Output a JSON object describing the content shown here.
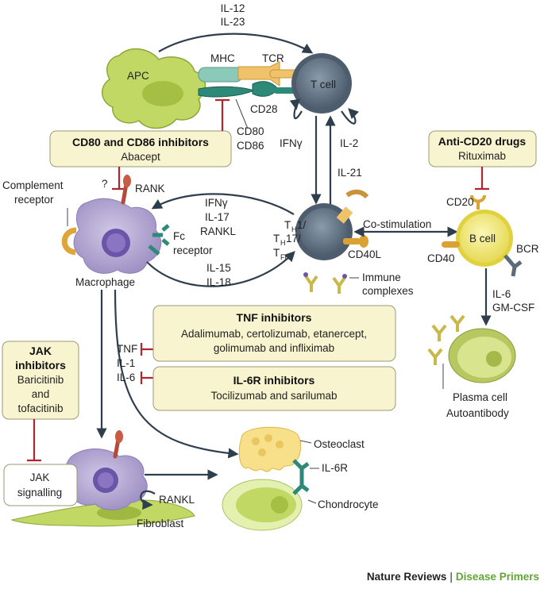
{
  "cells": {
    "apc": "APC",
    "t_cell": "T cell",
    "b_cell": "B cell",
    "macrophage": "Macrophage",
    "fibroblast": "Fibroblast",
    "osteoclast": "Osteoclast",
    "chondrocyte": "Chondrocyte",
    "plasma_cell": "Plasma cell",
    "autoantibody": "Autoantibody"
  },
  "molecules": {
    "il12": "IL-12",
    "il23": "IL-23",
    "mhc": "MHC",
    "tcr": "TCR",
    "cd28": "CD28",
    "cd80": "CD80",
    "cd86": "CD86",
    "ifng_t": "IFNγ",
    "il2": "IL-2",
    "il21": "IL-21",
    "rank": "RANK",
    "question": "?",
    "complement_1": "Complement",
    "complement_2": "receptor",
    "fc_1": "Fc",
    "fc_2": "receptor",
    "ifng_m": "IFNγ",
    "il17": "IL-17",
    "rankl_m": "RANKL",
    "il15": "IL-15",
    "il18": "IL-18",
    "th1": "1/",
    "th17": "17/",
    "tfh": "FH",
    "th_T": "T",
    "th_H": "H",
    "co_stim": "Co-stimulation",
    "cd40l": "CD40L",
    "cd40": "CD40",
    "cd20": "CD20",
    "bcr": "BCR",
    "immune_1": "Immune",
    "immune_2": "complexes",
    "il6_b": "IL-6",
    "gmcsf": "GM-CSF",
    "tnf": "TNF",
    "il1": "IL-1",
    "il6_m": "IL-6",
    "il6r": "IL-6R",
    "rankl_f": "RANKL"
  },
  "drugs": {
    "cd80_title": "CD80 and CD86 inhibitors",
    "cd80_drug": "Abacept",
    "cd20_title": "Anti-CD20 drugs",
    "cd20_drug": "Rituximab",
    "tnf_title": "TNF inhibitors",
    "tnf_drugs_1": "Adalimumab, certolizumab, etanercept,",
    "tnf_drugs_2": "golimumab and infliximab",
    "il6r_title": "IL-6R inhibitors",
    "il6r_drugs": "Tocilizumab and sarilumab",
    "jak_title_1": "JAK",
    "jak_title_2": "inhibitors",
    "jak_drug_1": "Baricitinib",
    "jak_drug_2": "and",
    "jak_drug_3": "tofacitinib",
    "jak_sig_1": "JAK",
    "jak_sig_2": "signalling"
  },
  "footer": {
    "journal": "Nature Reviews",
    "separator": "|",
    "series": "Disease Primers"
  },
  "colors": {
    "apc_fill": "#c2d865",
    "tcell_fill": "#6e7f90",
    "bcell_fill": "#f2ea7a",
    "macro_fill": "#b4a7d2",
    "box_fill": "#f8f4cf",
    "inhibit": "#b0262c",
    "accent_green": "#62a536"
  }
}
